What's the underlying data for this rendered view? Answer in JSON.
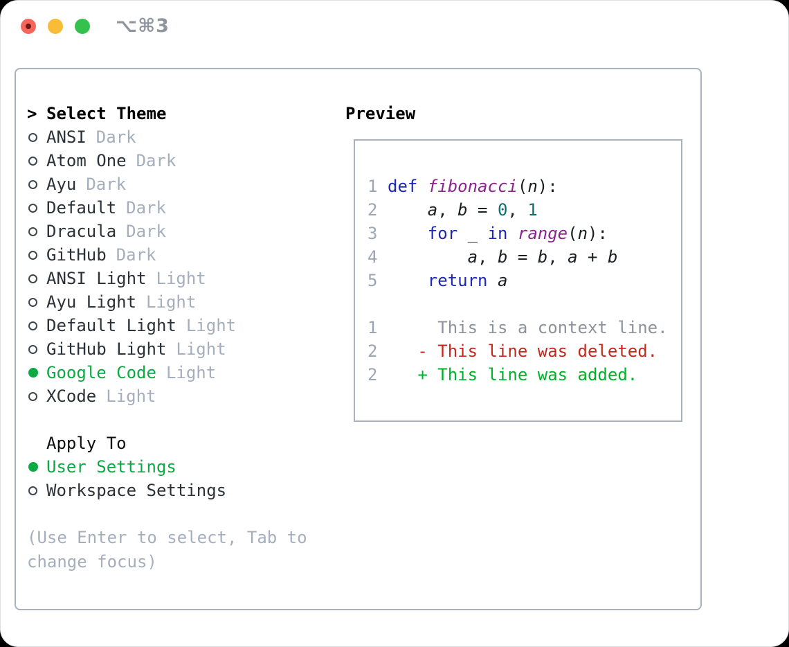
{
  "window": {
    "title_shortcut": "⌥⌘3"
  },
  "colors": {
    "accent_green": "#0ca944",
    "traffic_red": "#f6645c",
    "traffic_yellow": "#f9bc37",
    "traffic_green": "#34c14e",
    "panel_border": "#a9b1bc",
    "muted": "#a5aebc",
    "syntax": {
      "pln": "#1b1f23",
      "kwd": "#1e28b4",
      "typ": "#8e2390",
      "lit": "#0b6e6e",
      "ctx": "#8d939b",
      "del": "#c5291c",
      "add": "#00b22a",
      "line_number": "#9ca6b2"
    }
  },
  "select_theme": {
    "prefix": ">",
    "label": "Select Theme"
  },
  "themes": [
    {
      "name": "ANSI",
      "variant": "Dark",
      "selected": false
    },
    {
      "name": "Atom One",
      "variant": "Dark",
      "selected": false
    },
    {
      "name": "Ayu",
      "variant": "Dark",
      "selected": false
    },
    {
      "name": "Default",
      "variant": "Dark",
      "selected": false
    },
    {
      "name": "Dracula",
      "variant": "Dark",
      "selected": false
    },
    {
      "name": "GitHub",
      "variant": "Dark",
      "selected": false
    },
    {
      "name": "ANSI Light",
      "variant": "Light",
      "selected": false
    },
    {
      "name": "Ayu Light",
      "variant": "Light",
      "selected": false
    },
    {
      "name": "Default Light",
      "variant": "Light",
      "selected": false
    },
    {
      "name": "GitHub Light",
      "variant": "Light",
      "selected": false
    },
    {
      "name": "Google Code",
      "variant": "Light",
      "selected": true
    },
    {
      "name": "XCode",
      "variant": "Light",
      "selected": false
    }
  ],
  "apply_to": {
    "label": "Apply To",
    "options": [
      {
        "name": "User Settings",
        "selected": true
      },
      {
        "name": "Workspace Settings",
        "selected": false
      }
    ]
  },
  "help_text": "(Use Enter to select, Tab to change focus)",
  "preview": {
    "label": "Preview",
    "lines": [
      {
        "num": "1",
        "segs": [
          {
            "t": "def",
            "c": "kwd"
          },
          {
            "t": " ",
            "c": "pln"
          },
          {
            "t": "fibonacci",
            "c": "typ",
            "i": true
          },
          {
            "t": "(",
            "c": "pln"
          },
          {
            "t": "n",
            "c": "pln",
            "i": true
          },
          {
            "t": "):",
            "c": "pln"
          }
        ]
      },
      {
        "num": "2",
        "segs": [
          {
            "t": "    ",
            "c": "pln"
          },
          {
            "t": "a",
            "c": "pln",
            "i": true
          },
          {
            "t": ", ",
            "c": "pln"
          },
          {
            "t": "b",
            "c": "pln",
            "i": true
          },
          {
            "t": " = ",
            "c": "pln"
          },
          {
            "t": "0",
            "c": "lit"
          },
          {
            "t": ", ",
            "c": "pln"
          },
          {
            "t": "1",
            "c": "lit"
          }
        ]
      },
      {
        "num": "3",
        "segs": [
          {
            "t": "    ",
            "c": "pln"
          },
          {
            "t": "for",
            "c": "kwd"
          },
          {
            "t": " _ ",
            "c": "pln"
          },
          {
            "t": "in",
            "c": "kwd"
          },
          {
            "t": " ",
            "c": "pln"
          },
          {
            "t": "range",
            "c": "typ",
            "i": true
          },
          {
            "t": "(",
            "c": "pln"
          },
          {
            "t": "n",
            "c": "pln",
            "i": true
          },
          {
            "t": "):",
            "c": "pln"
          }
        ]
      },
      {
        "num": "4",
        "segs": [
          {
            "t": "        ",
            "c": "pln"
          },
          {
            "t": "a",
            "c": "pln",
            "i": true
          },
          {
            "t": ", ",
            "c": "pln"
          },
          {
            "t": "b",
            "c": "pln",
            "i": true
          },
          {
            "t": " = ",
            "c": "pln"
          },
          {
            "t": "b",
            "c": "pln",
            "i": true
          },
          {
            "t": ", ",
            "c": "pln"
          },
          {
            "t": "a",
            "c": "pln",
            "i": true
          },
          {
            "t": " + ",
            "c": "pln"
          },
          {
            "t": "b",
            "c": "pln",
            "i": true
          }
        ]
      },
      {
        "num": "5",
        "segs": [
          {
            "t": "    ",
            "c": "pln"
          },
          {
            "t": "return",
            "c": "kwd"
          },
          {
            "t": " ",
            "c": "pln"
          },
          {
            "t": "a",
            "c": "pln",
            "i": true
          }
        ]
      },
      {
        "num": "",
        "segs": []
      },
      {
        "num": "1",
        "segs": [
          {
            "t": "     This is a context line.",
            "c": "ctx"
          }
        ]
      },
      {
        "num": "2",
        "segs": [
          {
            "t": "   - This line was deleted.",
            "c": "del"
          }
        ]
      },
      {
        "num": "2",
        "segs": [
          {
            "t": "   + This line was added.",
            "c": "add"
          }
        ]
      }
    ]
  }
}
